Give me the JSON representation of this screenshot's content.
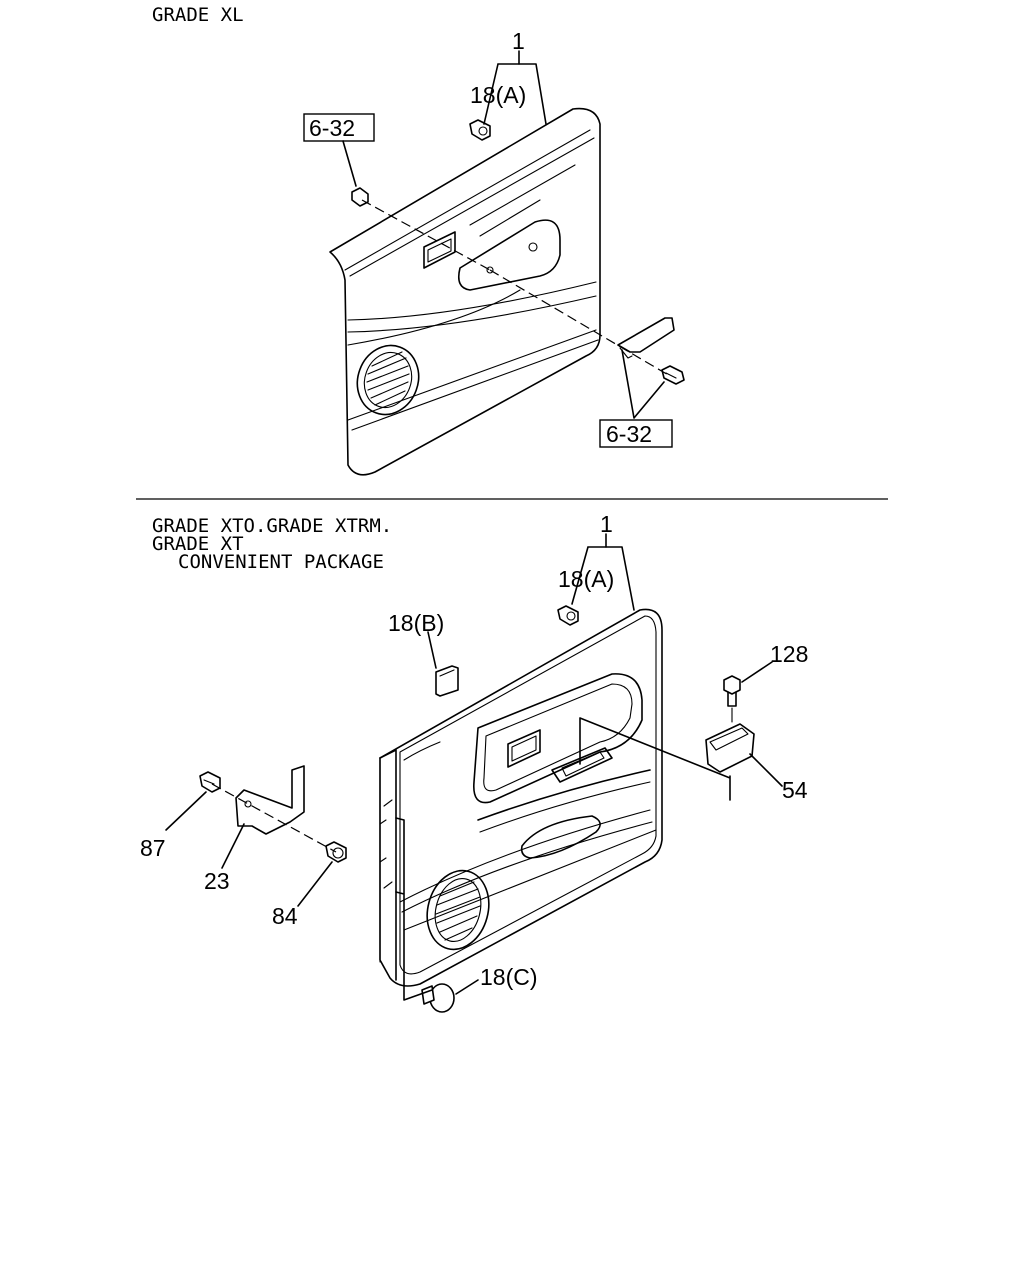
{
  "sections": {
    "grade_xl": {
      "title": "GRADE XL",
      "callouts": {
        "door_trim": "1",
        "clip_a": "18(A)",
        "ref_screw_top": "6-32",
        "ref_screw_bottom": "6-32"
      }
    },
    "grade_xt": {
      "title_line1": "GRADE XTO.GRADE XTRM.",
      "title_line2": "GRADE XT",
      "title_line3": "CONVENIENT PACKAGE",
      "callouts": {
        "door_trim": "1",
        "clip_a": "18(A)",
        "clip_b": "18(B)",
        "clip_c": "18(C)",
        "bolt": "128",
        "pocket": "54",
        "nut": "87",
        "bracket": "23",
        "screw": "84"
      }
    }
  }
}
